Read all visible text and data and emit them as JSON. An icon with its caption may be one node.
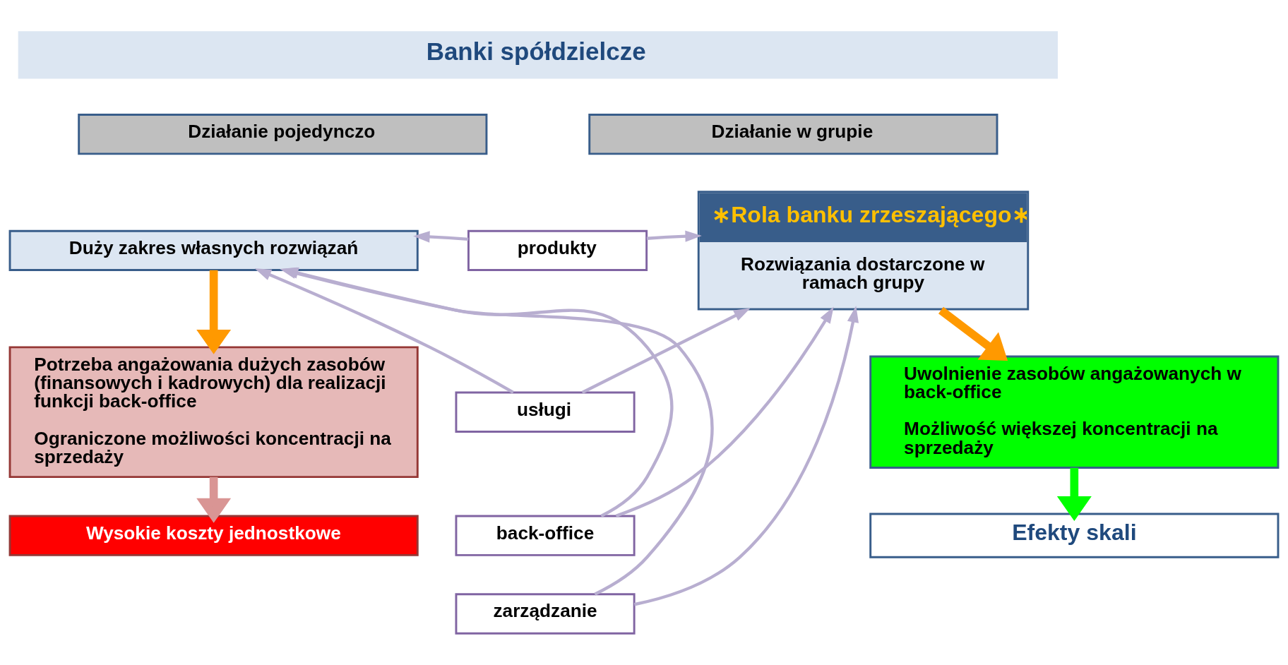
{
  "diagram": {
    "nodes": [
      {
        "text": [
          "Banki spółdzielcze"
        ]
      },
      {
        "text": [
          "Działanie pojedynczo"
        ]
      },
      {
        "text": [
          "Działanie w grupie"
        ]
      },
      {
        "text": [
          "Duży zakres własnych rozwiązań"
        ]
      },
      {
        "text": [
          "produkty"
        ]
      },
      {
        "text": [
          "usługi"
        ]
      },
      {
        "text": [
          "back-office"
        ]
      },
      {
        "text": [
          "zarządzanie"
        ]
      },
      {
        "text": [
          "∗Rola banku zrzeszającego∗",
          "Rozwiązania dostarczone w ramach grupy"
        ]
      },
      {
        "text": [
          "Potrzeba angażowania dużych zasobów (finansowych i kadrowych) dla realizacji funkcji back-office",
          "Ograniczone możliwości koncentracji na sprzedaży"
        ]
      },
      {
        "text": [
          "Uwolnienie zasobów angażowanych w back-office",
          "Możliwość większej koncentracji na sprzedaży"
        ]
      },
      {
        "text": [
          "Wysokie koszty jednostkowe"
        ]
      },
      {
        "text": [
          "Efekty skali"
        ]
      }
    ],
    "edges": [
      {
        "from": 4,
        "to": 3,
        "arrow": "to"
      },
      {
        "from": 4,
        "to": 8,
        "arrow": "to"
      },
      {
        "from": 5,
        "to": 3,
        "arrow": "to"
      },
      {
        "from": 5,
        "to": 8,
        "arrow": "to"
      },
      {
        "from": 6,
        "to": 3,
        "arrow": "to"
      },
      {
        "from": 6,
        "to": 8,
        "arrow": "to"
      },
      {
        "from": 7,
        "to": 3,
        "arrow": "to"
      },
      {
        "from": 7,
        "to": 8,
        "arrow": "to"
      },
      {
        "from": 3,
        "to": 9,
        "arrow": "to",
        "style": "thick",
        "color": "#ff9900"
      },
      {
        "from": 8,
        "to": 10,
        "arrow": "to",
        "style": "thick",
        "color": "#ff9900"
      },
      {
        "from": 9,
        "to": 11,
        "arrow": "to",
        "style": "thick",
        "color": "#d99594"
      },
      {
        "from": 10,
        "to": 12,
        "arrow": "to",
        "style": "thick",
        "color": "#00ff00"
      }
    ]
  }
}
